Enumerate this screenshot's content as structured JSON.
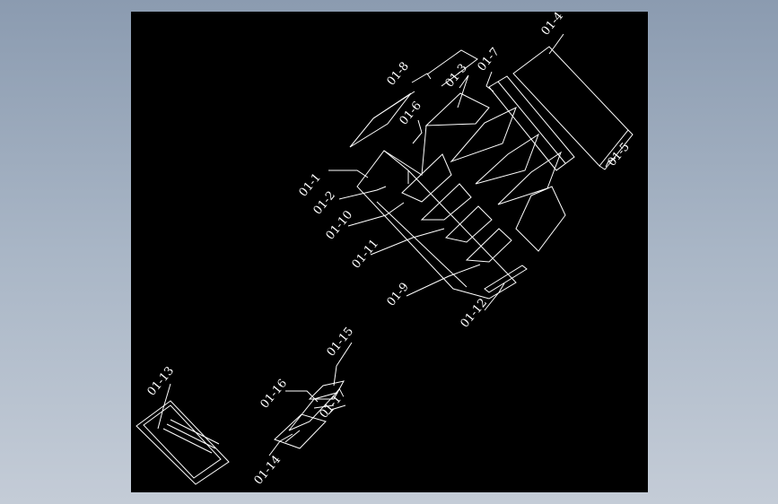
{
  "colors": {
    "background_gradient_top": "#8b9bb0",
    "background_gradient_bottom": "#c4ccd7",
    "viewport": "#000000",
    "linework": "#ffffff"
  },
  "callouts": [
    "01-1",
    "01-2",
    "01-3",
    "01-4",
    "01-5",
    "01-6",
    "01-7",
    "01-8",
    "01-9",
    "01-10",
    "01-11",
    "01-12",
    "01-13",
    "01-14",
    "01-15",
    "01-16",
    "01-17"
  ]
}
